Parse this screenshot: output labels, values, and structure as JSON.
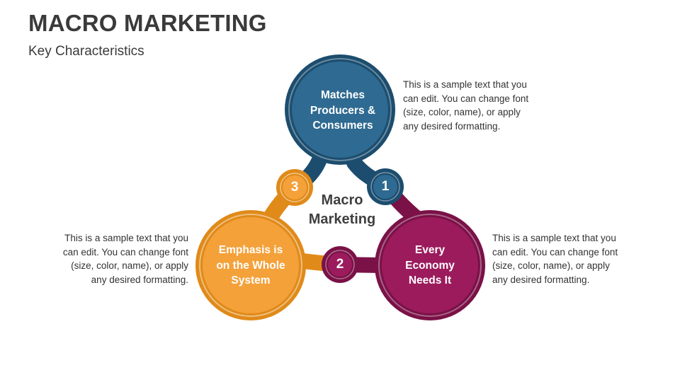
{
  "header": {
    "title": "MACRO MARKETING",
    "subtitle": "Key Characteristics"
  },
  "diagram": {
    "center_label": "Macro\nMarketing",
    "nodes": [
      {
        "number": "1",
        "label": "Matches\nProducers &\nConsumers",
        "color": "#2e6a91",
        "dark": "#1c4d6e"
      },
      {
        "number": "2",
        "label": "Every\nEconomy\nNeeds It",
        "color": "#9b1b5d",
        "dark": "#7a1147"
      },
      {
        "number": "3",
        "label": "Emphasis is\non the Whole\nSystem",
        "color": "#f4a13a",
        "dark": "#e08a19"
      }
    ],
    "descriptions": {
      "top": "This is a sample text that you can edit. You can change font (size, color, name), or apply any desired formatting.",
      "right": "This is a sample text that you can edit. You can change font (size, color, name), or apply any desired formatting.",
      "left": "This is a sample text that you can edit. You can change font (size, color, name), or apply any desired formatting."
    }
  }
}
